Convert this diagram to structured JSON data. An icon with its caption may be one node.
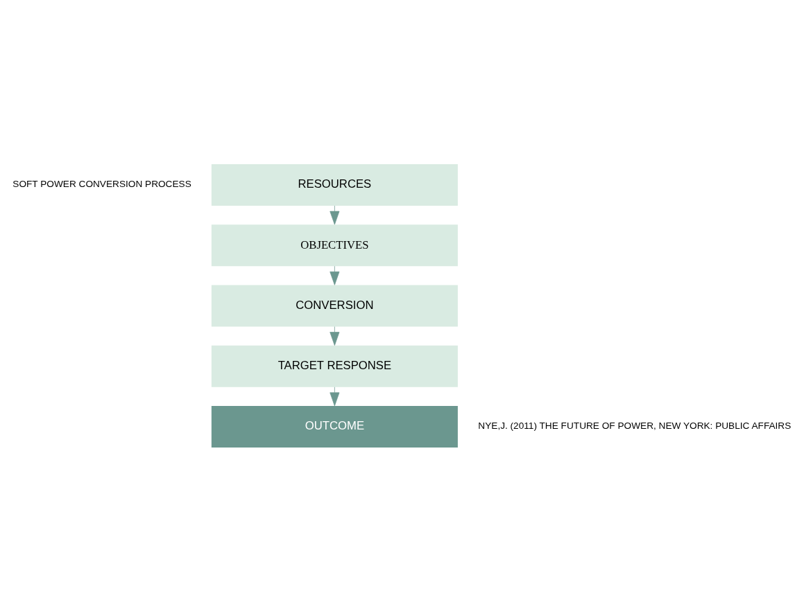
{
  "diagram": {
    "nodes": [
      {
        "text": [
          "RESOURCES"
        ]
      },
      {
        "text": [
          "OBJECTIVES"
        ]
      },
      {
        "text": [
          "CONVERSION"
        ]
      },
      {
        "text": [
          "TARGET RESPONSE"
        ]
      },
      {
        "text": [
          "OUTCOME"
        ]
      }
    ],
    "edges": [
      {
        "from": 0,
        "to": 1,
        "arrow": "to"
      },
      {
        "from": 1,
        "to": 2,
        "arrow": "to"
      },
      {
        "from": 2,
        "to": 3,
        "arrow": "to"
      },
      {
        "from": 3,
        "to": 4,
        "arrow": "to"
      }
    ],
    "labels": [
      "SOFT POWER CONVERSION PROCESS",
      "NYE,J. (2011) THE FUTURE OF POWER, NEW YORK: PUBLIC AFFAIRS"
    ]
  }
}
